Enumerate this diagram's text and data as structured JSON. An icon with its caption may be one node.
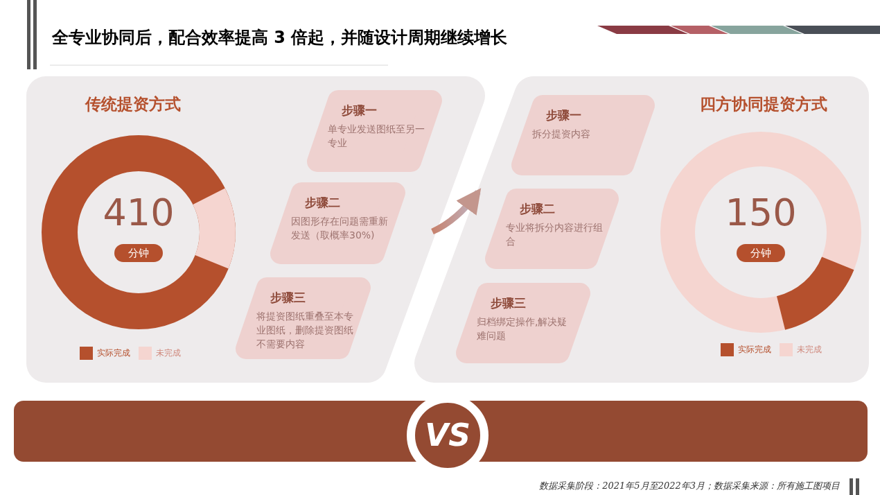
{
  "diagram": {
    "title": "全专业协同后，配合效率提高 3 倍起，并随设计周期继续增长",
    "nodes": [
      {
        "text": [
          "传统提资方式"
        ]
      },
      {
        "text": [
          "410",
          "分钟"
        ],
        "in": 0
      },
      {
        "text": [
          "步骤一",
          "单专业发送图纸至另一专业"
        ],
        "in": 0
      },
      {
        "text": [
          "步骤二",
          "因图形存在问题需重新发送（取概率30%)"
        ],
        "in": 0
      },
      {
        "text": [
          "步骤三",
          "将提资图纸重叠至本专业图纸，删除提资图纸不需要内容"
        ],
        "in": 0
      },
      {
        "text": [
          "四方协同提资方式"
        ]
      },
      {
        "text": [
          "步骤一",
          "拆分提资内容"
        ],
        "in": 5
      },
      {
        "text": [
          "步骤二",
          "专业将拆分内容进行组合"
        ],
        "in": 5
      },
      {
        "text": [
          "步骤三",
          "归档绑定操作,解决疑难问题"
        ],
        "in": 5
      },
      {
        "text": [
          "150",
          "分钟"
        ],
        "in": 5
      }
    ],
    "edges": [
      {
        "from": 0,
        "to": 5,
        "arrow": "to"
      }
    ],
    "labels": [
      "VS",
      "数据采集阶段：2021年5月至2022年3月；数据采集来源：所有施工图项目"
    ],
    "legend": [
      {
        "text": "实际完成",
        "color": "#b5502d"
      },
      {
        "text": "未完成",
        "color": "#f5d5d0"
      },
      {
        "text": "实际完成",
        "color": "#b5502d"
      },
      {
        "text": "未完成",
        "color": "#f5d5d0"
      }
    ]
  }
}
